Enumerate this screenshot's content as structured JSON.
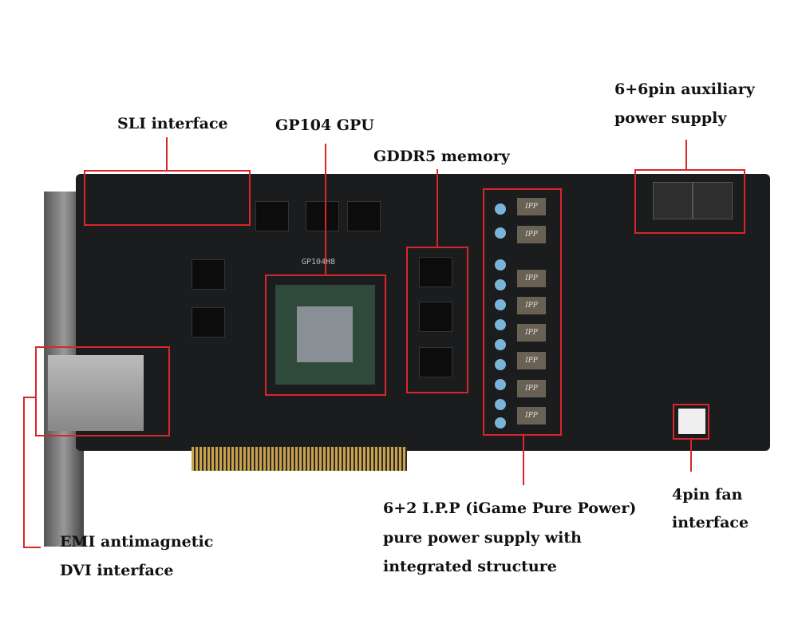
{
  "labels": {
    "sli": "SLI interface",
    "gpu": "GP104 GPU",
    "memory": "GDDR5 memory",
    "aux_power_line1": "6+6pin auxiliary",
    "aux_power_line2": "power supply",
    "ipp_line1": "6+2 I.P.P (iGame Pure Power)",
    "ipp_line2": "pure power supply with",
    "ipp_line3": "integrated structure",
    "fan_line1": "4pin fan",
    "fan_line2": "interface",
    "dvi_line1": "EMI antimagnetic",
    "dvi_line2": "DVI interface"
  },
  "board": {
    "silkscreen": "GP104H8",
    "choke_label": "IPP"
  },
  "colors": {
    "annotation": "#d8262b",
    "pcb": "#1b1c1e"
  }
}
